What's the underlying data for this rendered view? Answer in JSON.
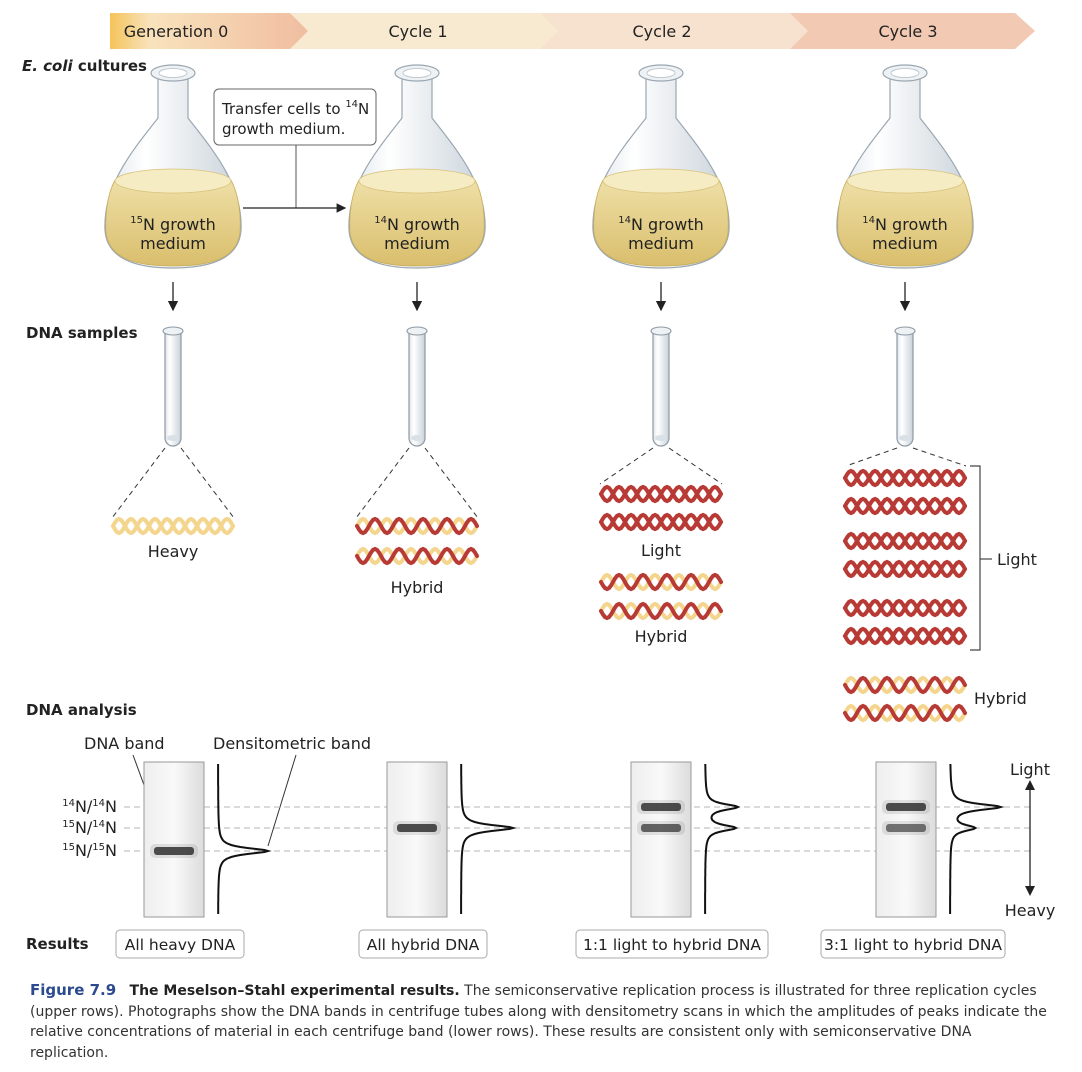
{
  "stages": [
    "Generation 0",
    "Cycle 1",
    "Cycle 2",
    "Cycle 3"
  ],
  "rows": {
    "cultures": {
      "italic": "E. coli",
      "rest": " cultures"
    },
    "samples": "DNA samples",
    "analysis": "DNA analysis",
    "results": "Results"
  },
  "transfer_note": {
    "line1_a": "Transfer cells to ",
    "line1_sup": "14",
    "line1_b": "N",
    "line2": "growth medium."
  },
  "flasks": [
    {
      "sup": "15",
      "line1": "N growth",
      "line2": "medium"
    },
    {
      "sup": "14",
      "line1": "N growth",
      "line2": "medium"
    },
    {
      "sup": "14",
      "line1": "N growth",
      "line2": "medium"
    },
    {
      "sup": "14",
      "line1": "N growth",
      "line2": "medium"
    }
  ],
  "dna_labels": {
    "heavy": "Heavy",
    "hybrid": "Hybrid",
    "light": "Light"
  },
  "analysis_labels": {
    "dna_band": "DNA band",
    "densitometric_band": "Densitometric band"
  },
  "density_axis": {
    "top": "Light",
    "bottom": "Heavy"
  },
  "band_labels": [
    {
      "a": "14",
      "b": "N/",
      "c": "14",
      "d": "N"
    },
    {
      "a": "15",
      "b": "N/",
      "c": "14",
      "d": "N"
    },
    {
      "a": "15",
      "b": "N/",
      "c": "15",
      "d": "N"
    }
  ],
  "results": [
    "All heavy DNA",
    "All hybrid DNA",
    "1:1 light to hybrid DNA",
    "3:1 light to hybrid DNA"
  ],
  "caption": {
    "number": "Figure 7.9",
    "title": "The Meselson–Stahl experimental results.",
    "body": "The semiconservative replication process is illustrated for three replication cycles (upper rows). Photographs show the DNA bands in centrifuge tubes along with densitometry scans in which the amplitudes of peaks indicate the relative concentrations of material in each centrifuge band (lower rows). These results are consistent only with semiconservative DNA replication."
  },
  "colors": {
    "heavy_strand": "#f4d58d",
    "light_strand": "#b83a35",
    "medium": "#e8d08e",
    "arrow_band": "#f5c35a"
  }
}
